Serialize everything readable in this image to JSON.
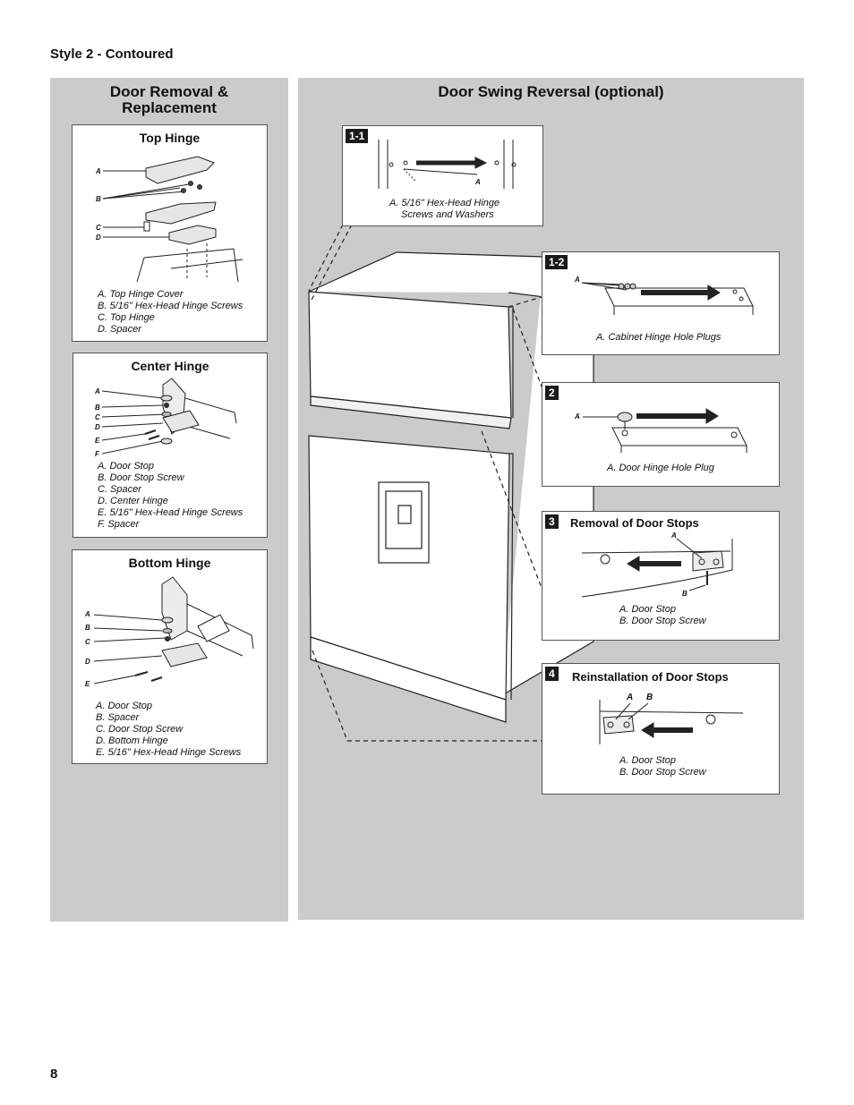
{
  "header": {
    "title": "Style 2 - Contoured"
  },
  "page_number": "8",
  "left_panel": {
    "title_line1": "Door Removal &",
    "title_line2": "Replacement",
    "top_hinge": {
      "title": "Top Hinge",
      "labels": [
        "A",
        "B",
        "C",
        "D"
      ],
      "legend": [
        "A. Top Hinge Cover",
        "B. 5/16\" Hex-Head Hinge Screws",
        "C. Top Hinge",
        "D. Spacer"
      ]
    },
    "center_hinge": {
      "title": "Center Hinge",
      "labels": [
        "A",
        "B",
        "C",
        "D",
        "E",
        "F"
      ],
      "legend": [
        "A. Door Stop",
        "B. Door Stop Screw",
        "C. Spacer",
        "D. Center Hinge",
        "E. 5/16\" Hex-Head Hinge Screws",
        "F. Spacer"
      ]
    },
    "bottom_hinge": {
      "title": "Bottom Hinge",
      "labels": [
        "A",
        "B",
        "C",
        "D",
        "E"
      ],
      "legend": [
        "A. Door Stop",
        "B. Spacer",
        "C. Door Stop Screw",
        "D. Bottom Hinge",
        "E. 5/16\" Hex-Head Hinge Screws"
      ]
    }
  },
  "right_panel": {
    "title": "Door Swing Reversal (optional)",
    "step_1_1": {
      "badge": "1-1",
      "label": "A",
      "caption_line1": "A. 5/16\" Hex-Head Hinge",
      "caption_line2": "Screws and Washers"
    },
    "step_1_2": {
      "badge": "1-2",
      "label": "A",
      "caption": "A. Cabinet Hinge Hole Plugs"
    },
    "step_2": {
      "badge": "2",
      "label": "A",
      "caption": "A. Door Hinge Hole Plug"
    },
    "step_3": {
      "badge": "3",
      "title": "Removal of Door Stops",
      "label_a": "A",
      "label_b": "B",
      "legend": [
        "A. Door Stop",
        "B. Door Stop Screw"
      ]
    },
    "step_4": {
      "badge": "4",
      "title": "Reinstallation of Door Stops",
      "label_a": "A",
      "label_b": "B",
      "legend": [
        "A. Door Stop",
        "B. Door Stop Screw"
      ]
    }
  },
  "colors": {
    "panel": "#cbcbcb",
    "badge": "#1a1a1a",
    "line": "#222222"
  }
}
